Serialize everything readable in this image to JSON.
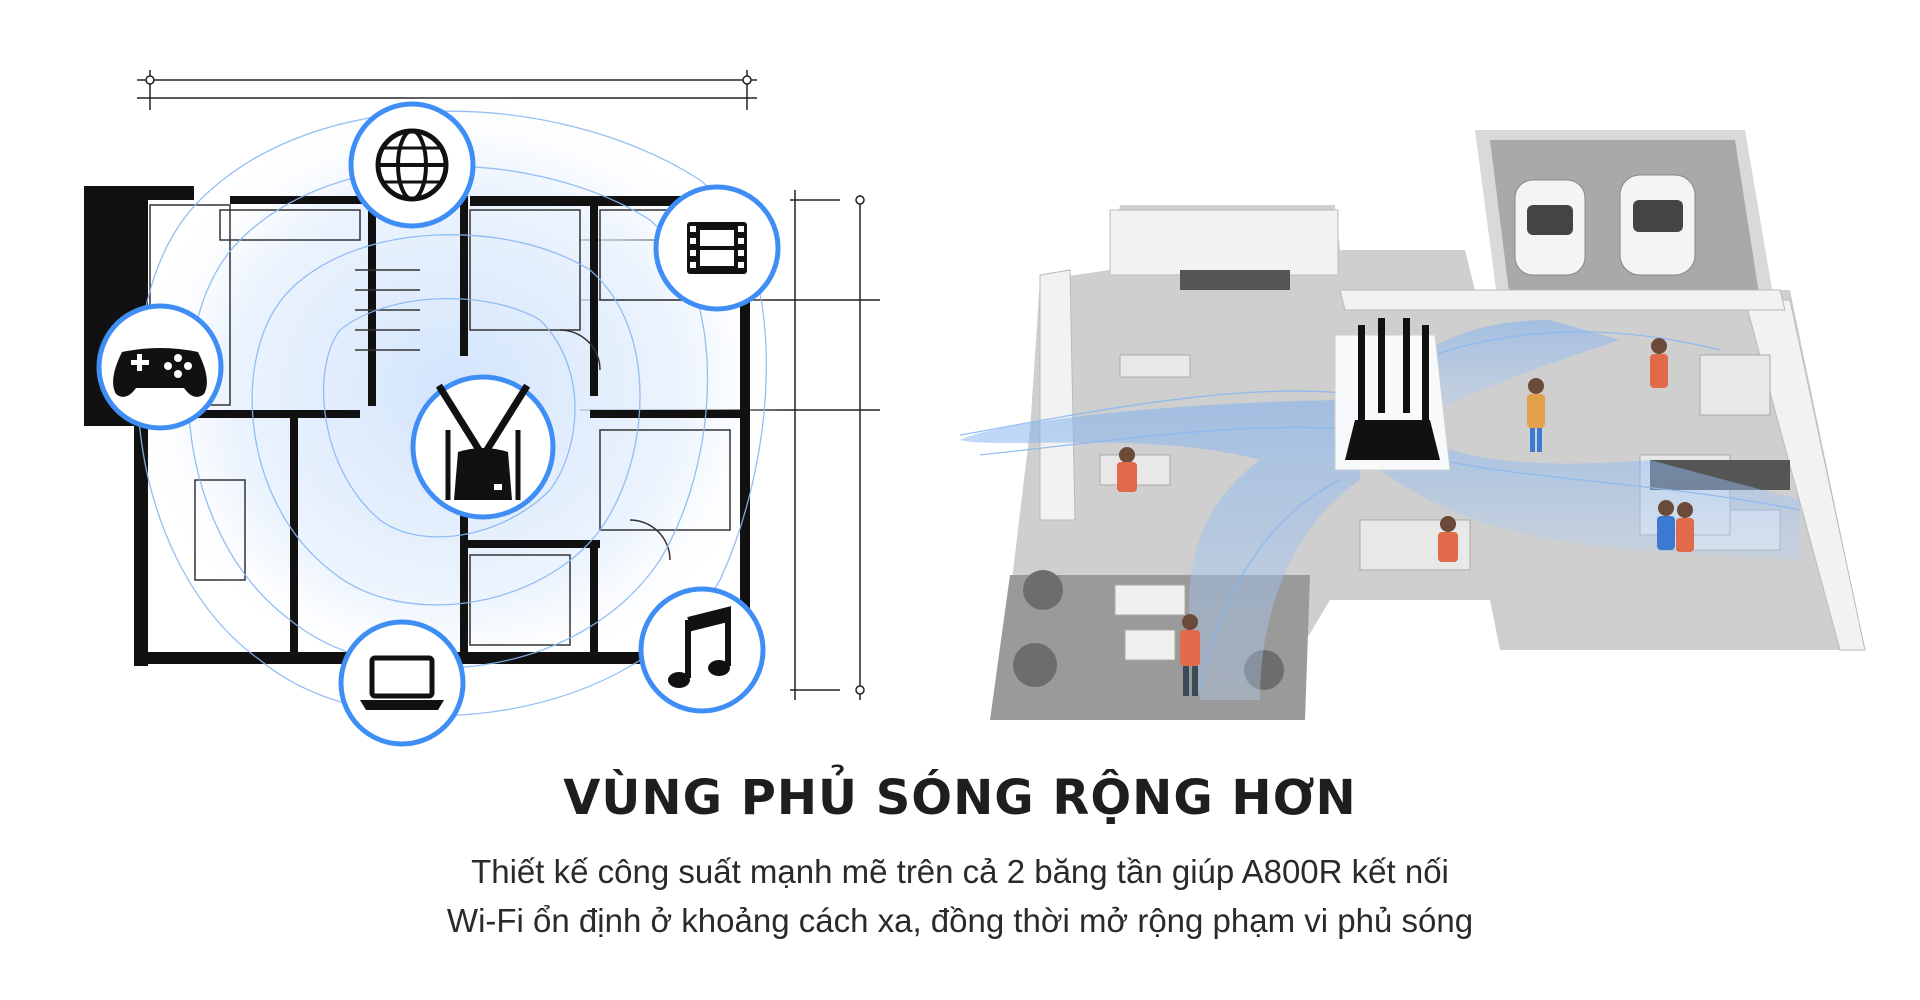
{
  "headline": "VÙNG PHỦ SÓNG RỘNG HƠN",
  "description_line1": "Thiết kế công suất mạnh mẽ trên cả 2 băng tần giúp A800R kết nối",
  "description_line2": "Wi-Fi ổn định ở khoảng cách xa, đồng thời mở rộng phạm vi phủ sóng",
  "colors": {
    "accent_blue": "#3f8ef5",
    "signal_blue": "#8ab8f2",
    "text_dark": "#1e1e1e",
    "wall_black": "#111111",
    "floor_gray": "#bfbfbf"
  },
  "feature_icons": [
    "globe-icon",
    "film-strip-icon",
    "gamepad-icon",
    "laptop-icon",
    "music-note-icon"
  ]
}
